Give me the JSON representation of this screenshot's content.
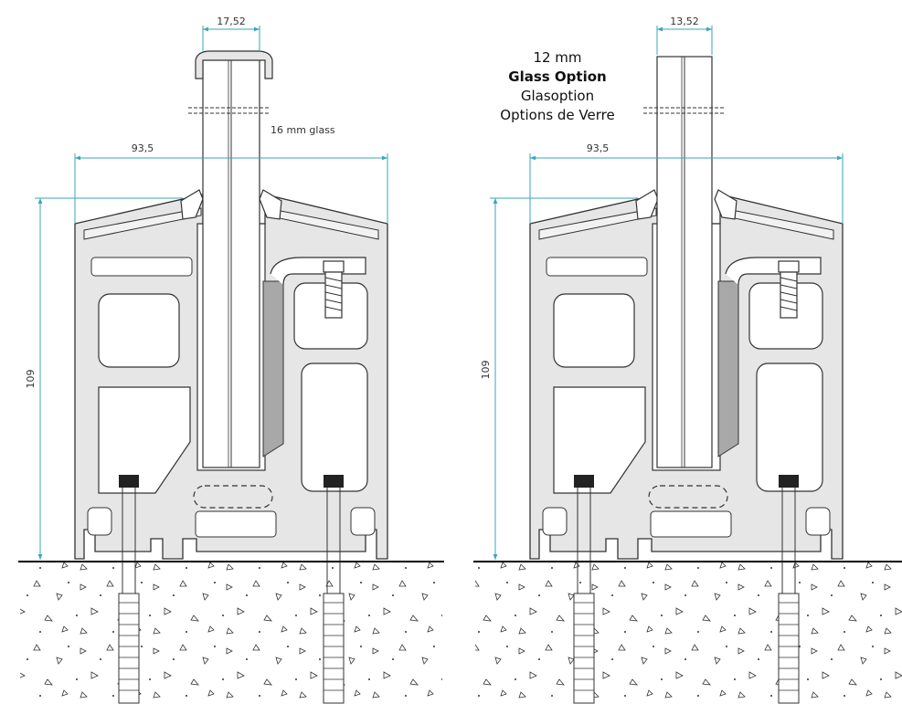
{
  "left_drawing": {
    "top_width": "17,52",
    "glass_note": "16 mm glass",
    "overall_width": "93,5",
    "height": "109"
  },
  "right_drawing": {
    "top_width": "13,52",
    "overall_width": "93,5",
    "height": "109",
    "caption": {
      "line1": "12 mm",
      "line2": "Glass Option",
      "line3": "Glasoption",
      "line4": "Options de Verre"
    }
  },
  "colors": {
    "dimension_line": "#3aa6b9",
    "profile_fill": "#e6e6e6",
    "profile_stroke": "#333333",
    "glass_fill": "#ffffff",
    "wedge_fill": "#a8a8a8",
    "ground": "#000000"
  }
}
